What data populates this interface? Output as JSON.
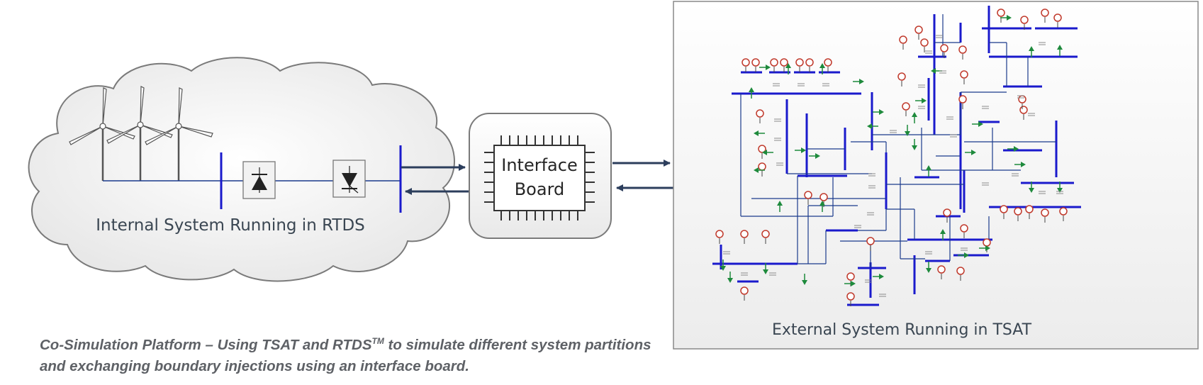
{
  "internal_system": {
    "label": "Internal System Running in RTDS"
  },
  "interface_board": {
    "line1": "Interface",
    "line2": "Board"
  },
  "external_system": {
    "label": "External System Running in TSAT"
  },
  "caption": {
    "before_tm": "Co-Simulation Platform – Using TSAT and RTDS",
    "tm": "TM",
    "after_tm": " to simulate different system partitions and exchanging boundary injections using an interface board."
  },
  "colors": {
    "bus": "#1a1acc",
    "line": "#1a3a8c",
    "generator": "#c0392b",
    "load": "#1e8a3c",
    "arrow": "#2c3e5c"
  }
}
